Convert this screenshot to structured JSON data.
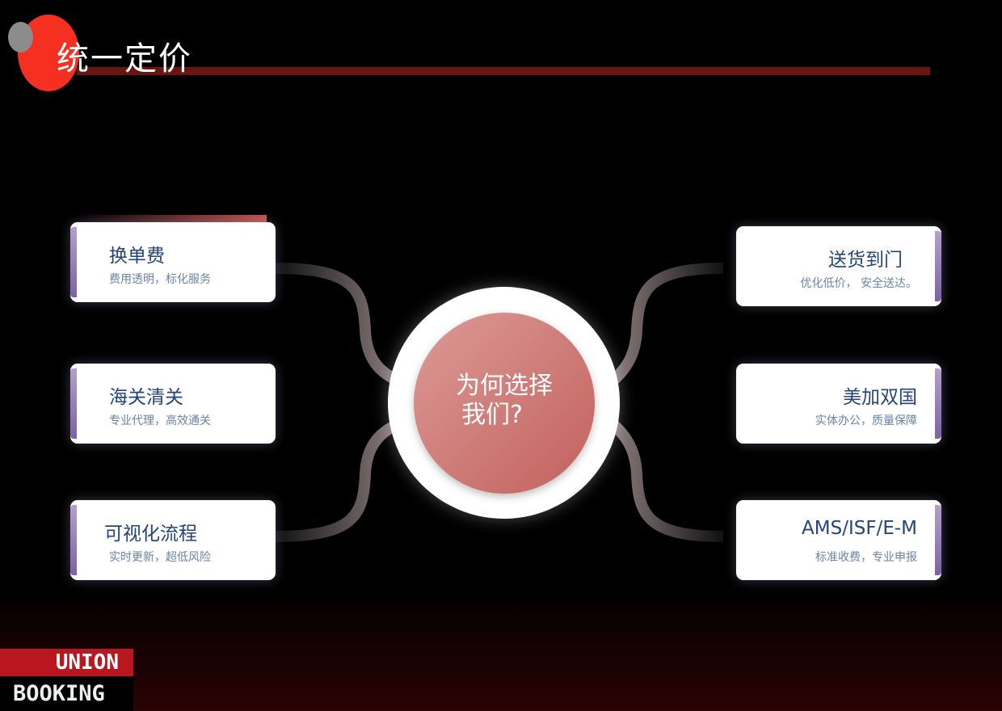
{
  "header": {
    "title": "统一定价"
  },
  "center": {
    "line1": "为何选择",
    "line2": "我们?"
  },
  "left_cards": [
    {
      "title": "换单费",
      "subtitle": "费用透明，标化服务"
    },
    {
      "title": "海关清关",
      "subtitle": "专业代理，高效通关"
    },
    {
      "title": "可视化流程",
      "subtitle": "实时更新，超低风险"
    }
  ],
  "right_cards": [
    {
      "title": "送货到门",
      "subtitle": "优化低价， 安全送达。"
    },
    {
      "title": "美加双国",
      "subtitle": "实体办公，质量保障"
    },
    {
      "title": "AMS/ISF/E-M",
      "subtitle": "标准收费，专业申报"
    }
  ],
  "logo": {
    "line1": "UNION",
    "line2": "BOOKING"
  },
  "colors": {
    "accent": "#f53021",
    "rule": "#6b1510",
    "card_title": "#24457a"
  }
}
